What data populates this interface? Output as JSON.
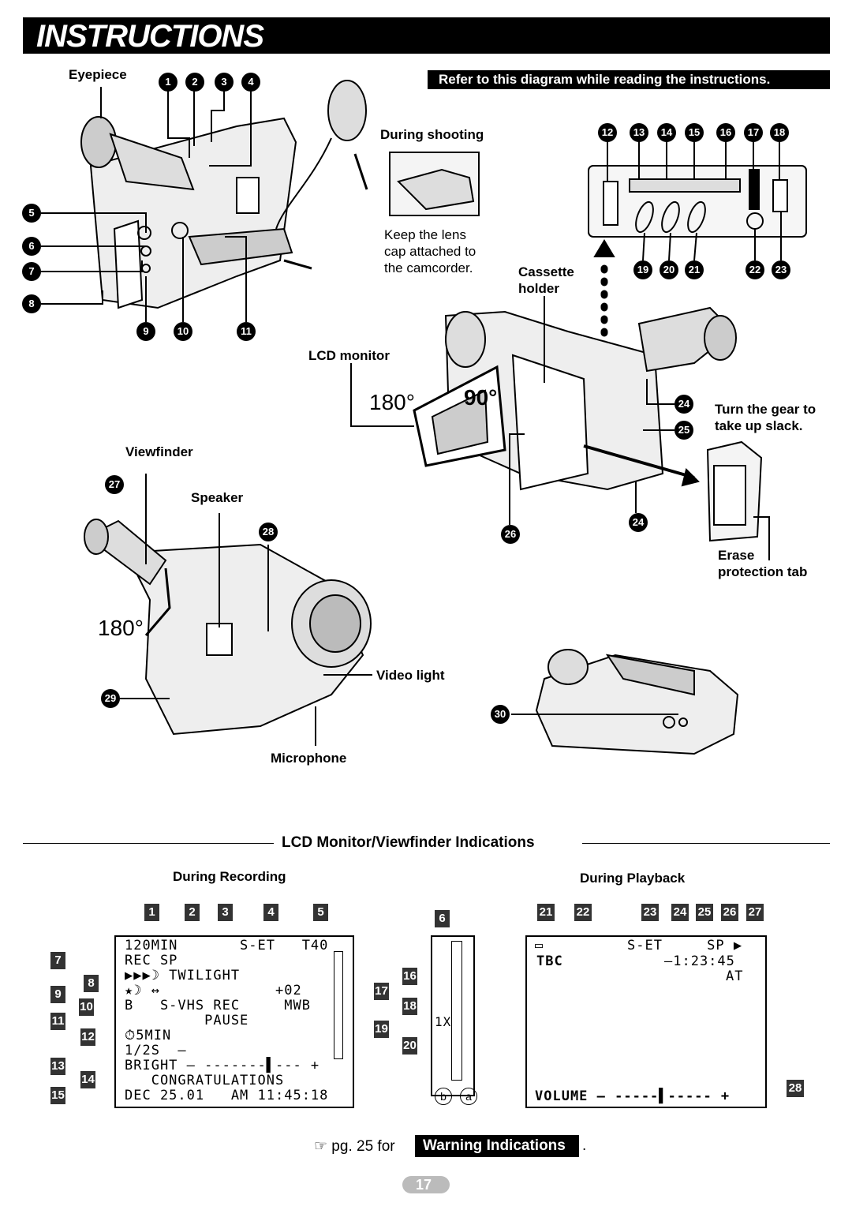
{
  "header": {
    "title": "INSTRUCTIONS"
  },
  "reference_banner": "Refer to this diagram while reading the instructions.",
  "labels": {
    "eyepiece": "Eyepiece",
    "during_shooting": "During shooting",
    "lens_cap_note": "Keep the lens\ncap attached to\nthe camcorder.",
    "cassette_holder": "Cassette\nholder",
    "lcd_monitor": "LCD monitor",
    "angle_180": "180°",
    "angle_90": "90°",
    "gear_note": "Turn the gear to\ntake up slack.",
    "viewfinder": "Viewfinder",
    "speaker": "Speaker",
    "angle_180_b": "180°",
    "erase_tab": "Erase\nprotection tab",
    "video_light": "Video light",
    "microphone": "Microphone"
  },
  "callouts": {
    "top_left": [
      "1",
      "2",
      "3",
      "4"
    ],
    "left_side": [
      "5",
      "6",
      "7",
      "8"
    ],
    "bottom_left": [
      "9",
      "10",
      "11"
    ],
    "panel_top": [
      "12",
      "13",
      "14",
      "15",
      "16",
      "17",
      "18"
    ],
    "panel_bottom_a": [
      "19",
      "20",
      "21"
    ],
    "panel_bottom_b": [
      "22",
      "23"
    ],
    "c24": "24",
    "c25": "25",
    "c26": "26",
    "c27": "27",
    "c28": "28",
    "c29": "29",
    "c30": "30"
  },
  "indications": {
    "section_title": "LCD Monitor/Viewfinder Indications",
    "during_recording": "During Recording",
    "during_playback": "During Playback",
    "rec_top_keys": [
      "1",
      "2",
      "3",
      "4",
      "5"
    ],
    "rec_left_keys": [
      "7",
      "8",
      "9",
      "10",
      "11",
      "12",
      "13",
      "14",
      "15"
    ],
    "rec_right_keys": [
      "16",
      "17",
      "18",
      "19",
      "20"
    ],
    "key_6": "6",
    "rec_lines": [
      "120MIN       S-ET   T40",
      "REC SP",
      "▶▶▶☽ TWILIGHT",
      "★☽ ↔             +02",
      "B   S-VHS REC     MWB",
      "         PAUSE",
      "⏱5MIN",
      "1/2S  –",
      "BRIGHT – -------▌--- +",
      "   CONGRATULATIONS",
      "DEC 25.01   AM 11:45:18"
    ],
    "zoom_label": "1X",
    "zoom_keys": [
      "b",
      "a"
    ],
    "play_top_keys": [
      "21",
      "22",
      "23",
      "24",
      "25",
      "26",
      "27"
    ],
    "play_lines": {
      "tape_icon": "▭",
      "set_sp": "S-ET     SP ▶",
      "tbc": "TBC",
      "time": "–1:23:45",
      "at": "AT",
      "volume": "VOLUME – -----▌----- +"
    },
    "key_28": "28"
  },
  "footer": {
    "ref_prefix": "☞ pg. 25 for",
    "ref_box": "Warning Indications",
    "ref_suffix": ".",
    "page_number": "17"
  }
}
